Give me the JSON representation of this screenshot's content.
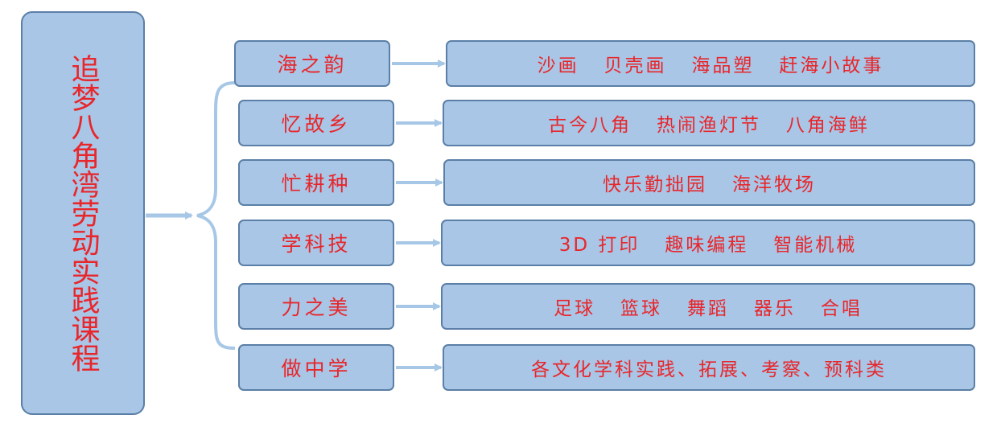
{
  "root": {
    "title": "追梦八角湾劳动实践课程"
  },
  "branches": [
    {
      "category": "海之韵",
      "items": [
        "沙画",
        "贝壳画",
        "海品塑",
        "赶海小故事"
      ]
    },
    {
      "category": "忆故乡",
      "items": [
        "古今八角",
        "热闹渔灯节",
        "八角海鲜"
      ]
    },
    {
      "category": "忙耕种",
      "items": [
        "快乐勤拙园",
        "海洋牧场"
      ]
    },
    {
      "category": "学科技",
      "items": [
        "3D 打印",
        "趣味编程",
        "智能机械"
      ]
    },
    {
      "category": "力之美",
      "items": [
        "足球",
        "篮球",
        "舞蹈",
        "器乐",
        "合唱"
      ]
    },
    {
      "category": "做中学",
      "items": [
        "各文化学科实践、拓展、考察、预科类"
      ]
    }
  ],
  "colors": {
    "box_fill": "#a9c6e6",
    "box_border": "#5b7fa6",
    "text": "#e8262b",
    "connector": "#a7c7e7"
  }
}
